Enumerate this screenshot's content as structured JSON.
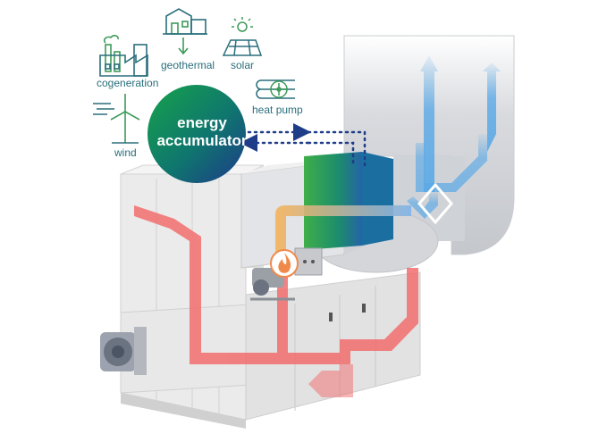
{
  "sources": {
    "cogeneration": "cogeneration",
    "geothermal": "geothermal",
    "solar": "solar",
    "heat_pump": "heat pump",
    "wind": "wind"
  },
  "accumulator": {
    "line1": "energy",
    "line2": "accumulator"
  },
  "colors": {
    "icon_green": "#3d9a58",
    "icon_teal": "#2a6f7c",
    "orb_green": "#16a34a",
    "orb_blue": "#1e40af",
    "hot_flow": "#f26d6d",
    "cool_flow": "#5aa9e6",
    "dotted_link": "#1f3c88"
  },
  "icons": [
    "factory-icon",
    "house-geothermal-icon",
    "solar-panel-icon",
    "heat-pump-icon",
    "wind-turbine-icon",
    "flame-icon"
  ]
}
